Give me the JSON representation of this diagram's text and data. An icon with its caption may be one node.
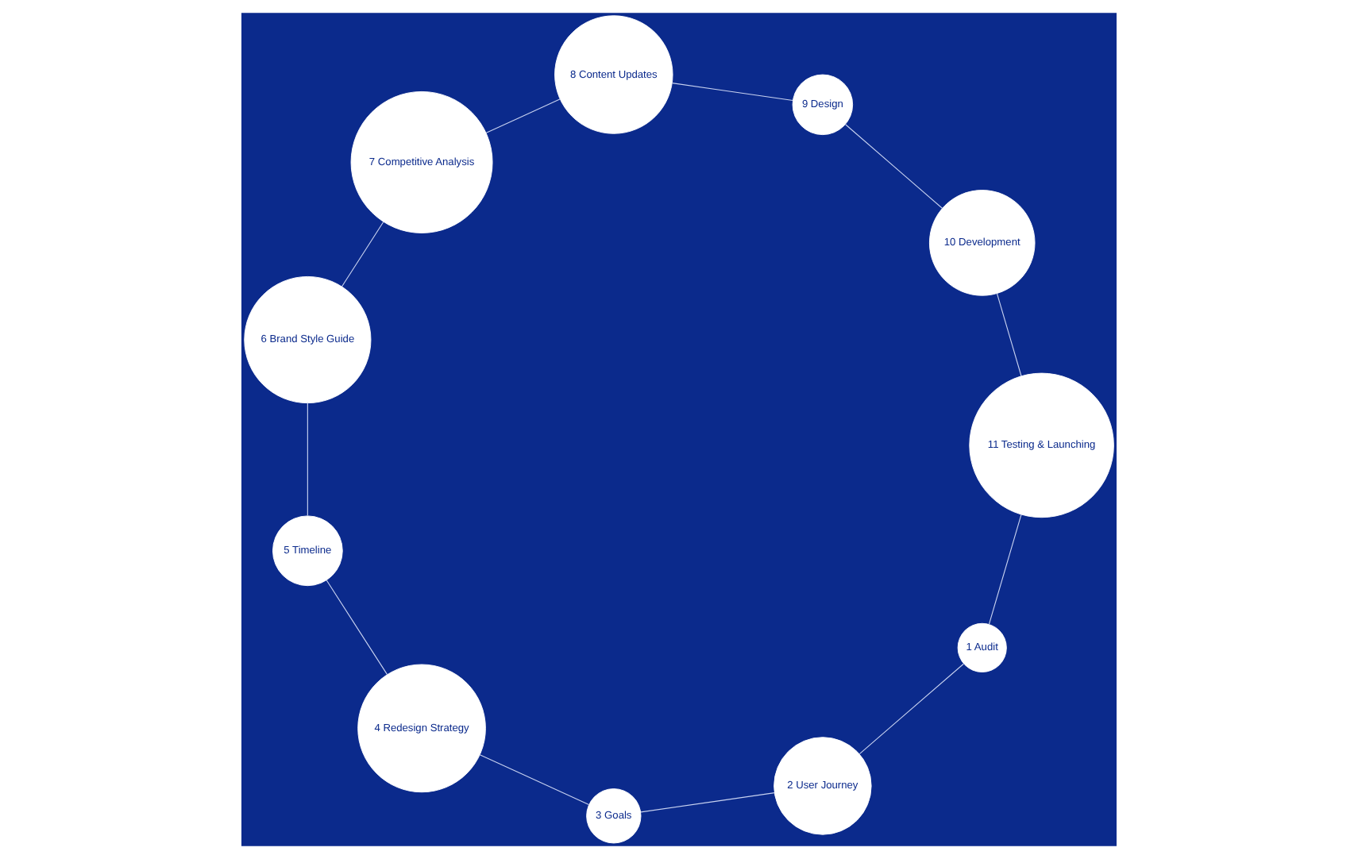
{
  "diagram": {
    "nodes": [
      {
        "text": [
          "1 Audit"
        ]
      },
      {
        "text": [
          "2 User Journey"
        ]
      },
      {
        "text": [
          "3 Goals"
        ]
      },
      {
        "text": [
          "4 Redesign Strategy"
        ]
      },
      {
        "text": [
          "5 Timeline"
        ]
      },
      {
        "text": [
          "6 Brand Style Guide"
        ]
      },
      {
        "text": [
          "7 Competitive Analysis"
        ]
      },
      {
        "text": [
          "8 Content Updates"
        ]
      },
      {
        "text": [
          "9 Design"
        ]
      },
      {
        "text": [
          "10 Development"
        ]
      },
      {
        "text": [
          "11 Testing & Launching"
        ]
      }
    ],
    "edges": [
      {
        "from": 0,
        "to": 1,
        "arrow": "none"
      },
      {
        "from": 1,
        "to": 2,
        "arrow": "none"
      },
      {
        "from": 2,
        "to": 3,
        "arrow": "none"
      },
      {
        "from": 3,
        "to": 4,
        "arrow": "none"
      },
      {
        "from": 4,
        "to": 5,
        "arrow": "none"
      },
      {
        "from": 5,
        "to": 6,
        "arrow": "none"
      },
      {
        "from": 6,
        "to": 7,
        "arrow": "none"
      },
      {
        "from": 7,
        "to": 8,
        "arrow": "none"
      },
      {
        "from": 8,
        "to": 9,
        "arrow": "none"
      },
      {
        "from": 9,
        "to": 10,
        "arrow": "none"
      },
      {
        "from": 10,
        "to": 0,
        "arrow": "none"
      }
    ]
  }
}
